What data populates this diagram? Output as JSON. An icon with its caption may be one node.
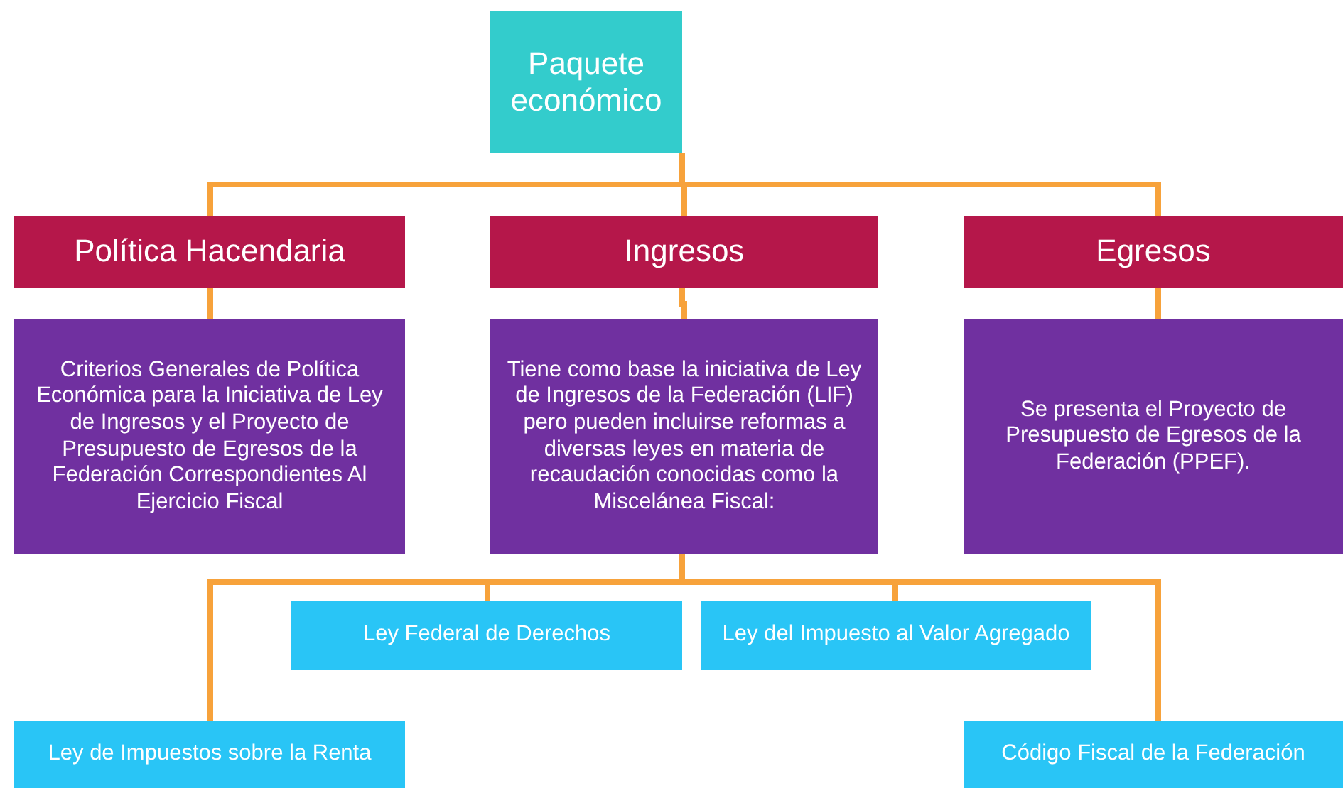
{
  "diagram": {
    "nodes": [
      {
        "text": [
          "Paquete económico"
        ]
      },
      {
        "text": [
          "Política Hacendaria"
        ]
      },
      {
        "text": [
          "Ingresos"
        ]
      },
      {
        "text": [
          "Egresos"
        ]
      },
      {
        "text": [
          "Criterios Generales de Política Económica para la Iniciativa de Ley de Ingresos y el Proyecto de Presupuesto de Egresos de la Federación Correspondientes Al Ejercicio Fiscal"
        ]
      },
      {
        "text": [
          "Tiene como base la iniciativa de Ley de Ingresos de la Federación (LIF) pero pueden incluirse reformas a diversas leyes en materia de recaudación conocidas como la Miscelánea Fiscal:"
        ]
      },
      {
        "text": [
          "Se presenta el Proyecto de Presupuesto de Egresos de la Federación (PPEF)."
        ]
      },
      {
        "text": [
          "Ley Federal de Derechos"
        ]
      },
      {
        "text": [
          "Ley del Impuesto al Valor Agregado"
        ]
      },
      {
        "text": [
          "Ley de Impuestos sobre la Renta"
        ]
      },
      {
        "text": [
          "Código Fiscal de la Federación"
        ]
      }
    ],
    "edges": [
      {
        "from": 0,
        "to": 1,
        "arrow": "none"
      },
      {
        "from": 0,
        "to": 2,
        "arrow": "none"
      },
      {
        "from": 0,
        "to": 3,
        "arrow": "none"
      },
      {
        "from": 1,
        "to": 4,
        "arrow": "none"
      },
      {
        "from": 2,
        "to": 5,
        "arrow": "none"
      },
      {
        "from": 3,
        "to": 6,
        "arrow": "none"
      },
      {
        "from": 5,
        "to": 7,
        "arrow": "none"
      },
      {
        "from": 5,
        "to": 8,
        "arrow": "none"
      },
      {
        "from": 5,
        "to": 9,
        "arrow": "none"
      },
      {
        "from": 5,
        "to": 10,
        "arrow": "none"
      }
    ]
  }
}
